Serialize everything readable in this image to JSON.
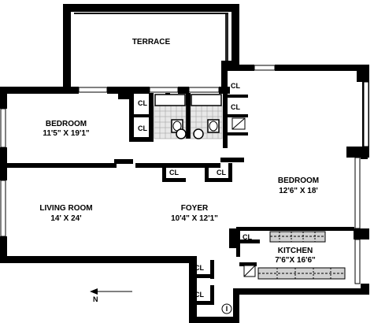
{
  "rooms": {
    "terrace": {
      "name": "TERRACE"
    },
    "bedroom_left": {
      "name": "BEDROOM",
      "dims": "11'5\" X 19'1\""
    },
    "living_room": {
      "name": "LIVING ROOM",
      "dims": "14' X 24'"
    },
    "foyer": {
      "name": "FOYER",
      "dims": "10'4\" X 12'1\""
    },
    "bedroom_right": {
      "name": "BEDROOM",
      "dims": "12'6\" X 18'"
    },
    "kitchen": {
      "name": "KITCHEN",
      "dims": "7'6\"X 16'6\""
    }
  },
  "closet_label": "CL",
  "north_label": "N",
  "entry_marker": "I"
}
